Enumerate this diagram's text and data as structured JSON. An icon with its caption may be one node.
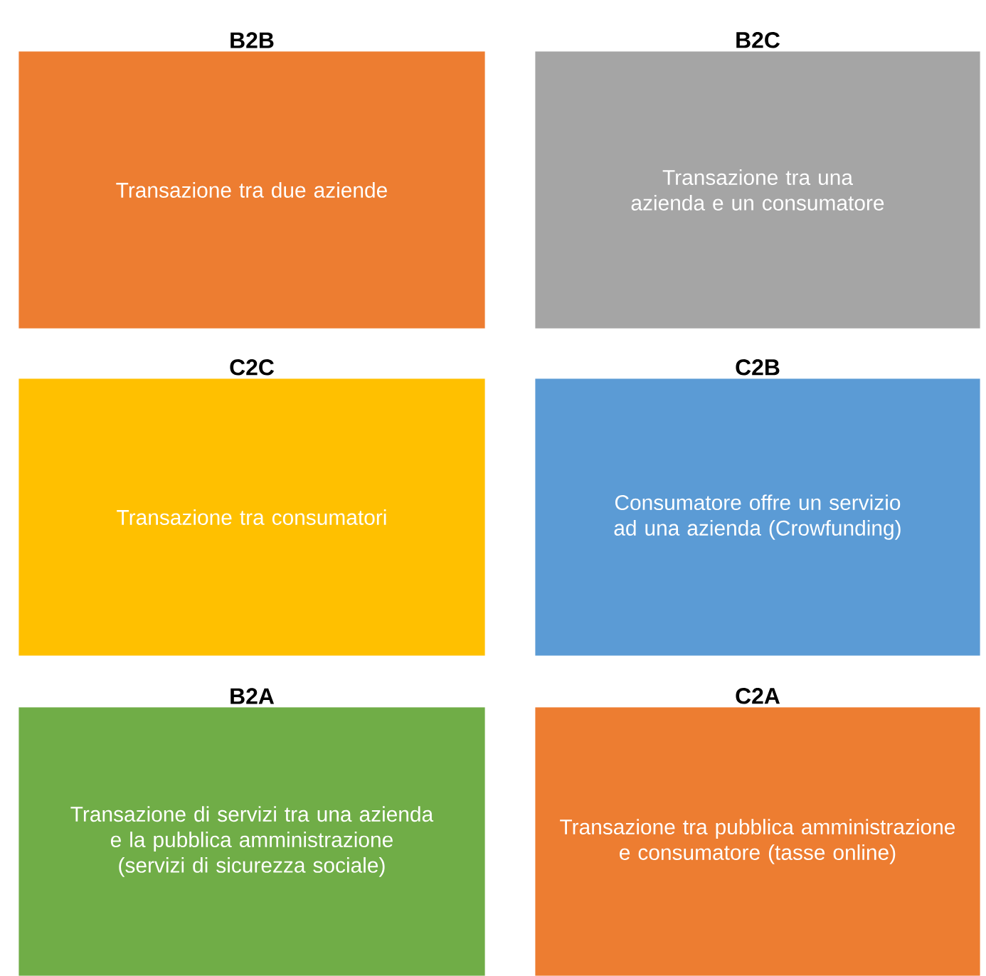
{
  "diagram": {
    "nodes": [
      {
        "text": [
          "B2B",
          "Transazione tra due aziende"
        ]
      },
      {
        "text": [
          "B2C",
          "Transazione tra una azienda e un consumatore"
        ]
      },
      {
        "text": [
          "C2C",
          "Transazione tra consumatori"
        ]
      },
      {
        "text": [
          "C2B",
          "Consumatore offre un servizio ad una azienda (Crowfunding)"
        ]
      },
      {
        "text": [
          "B2A",
          "Transazione di servizi tra una azienda e la pubblica amministrazione (servizi di sicurezza sociale)"
        ]
      },
      {
        "text": [
          "C2A",
          "Transazione tra pubblica amministrazione e consumatore (tasse online)"
        ]
      }
    ]
  }
}
